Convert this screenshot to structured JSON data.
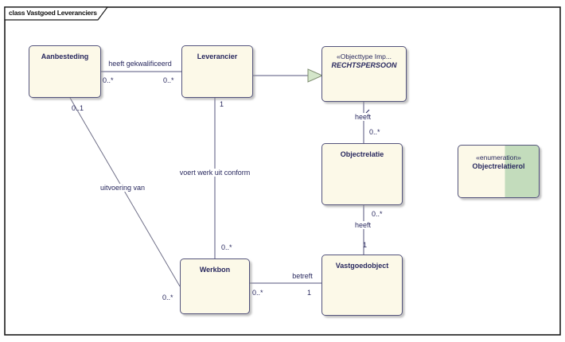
{
  "frame": {
    "title": "class Vastgoed Leveranciers"
  },
  "classes": {
    "aanbesteding": {
      "name": "Aanbesteding"
    },
    "leverancier": {
      "name": "Leverancier"
    },
    "rechtspersoon": {
      "stereotype": "«Objecttype Imp...",
      "name": "RECHTSPERSOON"
    },
    "objectrelatie": {
      "name": "Objectrelatie"
    },
    "werkbon": {
      "name": "Werkbon"
    },
    "vastgoedobject": {
      "name": "Vastgoedobject"
    },
    "objectrelatierol": {
      "stereotype": "«enumeration»",
      "name": "Objectrelatierol"
    }
  },
  "associations": {
    "heeft_gekwalificeerd": {
      "label": "heeft gekwalificeerd",
      "mult_aanbesteding": "0..*",
      "mult_leverancier": "0..*"
    },
    "voert_werk_uit_conform": {
      "label": "voert werk uit conform",
      "mult_leverancier": "1",
      "mult_werkbon": "0..*"
    },
    "uitvoering_van": {
      "label": "uitvoering van",
      "mult_aanbesteding": "0..1",
      "mult_werkbon": "0..*"
    },
    "betreft": {
      "label": "betreft",
      "mult_werkbon": "0..*",
      "mult_vastgoedobject": "1"
    },
    "heeft_rechtspersoon": {
      "label": "heeft",
      "mult_objectrelatie": "0..*"
    },
    "heeft_vastgoedobject": {
      "label": "heeft",
      "mult_objectrelatie": "0..*",
      "mult_vastgoedobject": "1"
    }
  },
  "colors": {
    "class_fill": "#fcf9e8",
    "class_border": "#54547c",
    "line": "#54547c",
    "text": "#28285e",
    "enum_green": "#c3dcbc",
    "generalization_fill": "#d4e6ca",
    "frame_border": "#1a1a1a"
  }
}
